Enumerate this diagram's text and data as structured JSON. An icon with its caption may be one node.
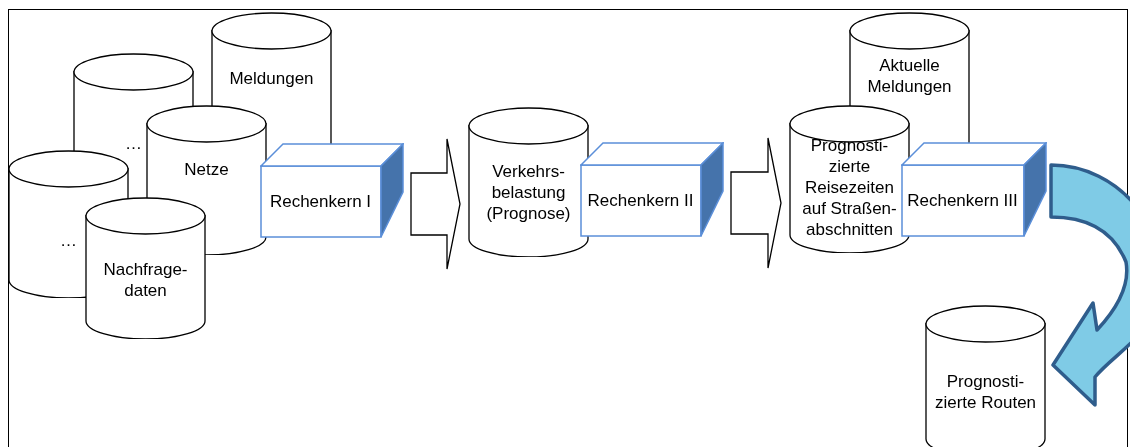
{
  "diagram": {
    "nodes": [
      {
        "text": [
          "Meldungen"
        ]
      },
      {
        "text": [
          "…"
        ]
      },
      {
        "text": [
          "Netze"
        ]
      },
      {
        "text": [
          "…"
        ]
      },
      {
        "text": [
          "Nachfrage- daten"
        ]
      },
      {
        "text": [
          "Rechenkern I"
        ]
      },
      {
        "text": [
          "Verkehrs- belastung (Prognose)"
        ]
      },
      {
        "text": [
          "Rechenkern II"
        ]
      },
      {
        "text": [
          "Aktuelle Meldungen"
        ]
      },
      {
        "text": [
          "Prognosti- zierte Reisezeiten auf Straßen- abschnitten"
        ]
      },
      {
        "text": [
          "Rechenkern III"
        ]
      },
      {
        "text": [
          "Prognosti- zierte Routen"
        ]
      }
    ],
    "edges": [
      {
        "from": 5,
        "to": 6,
        "arrow": "to"
      },
      {
        "from": 7,
        "to": 9,
        "arrow": "to"
      },
      {
        "from": 10,
        "to": 11,
        "arrow": "to",
        "color": "#7fcbe6"
      }
    ]
  }
}
